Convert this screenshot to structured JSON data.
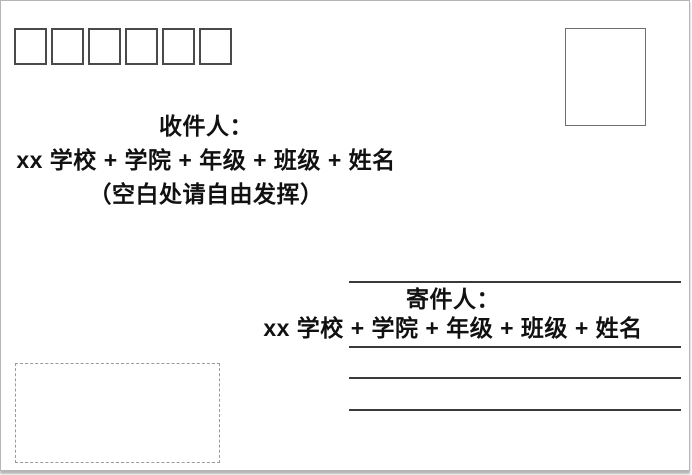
{
  "card": {
    "recipient": {
      "title": "收件人：",
      "line1": "xx 学校 + 学院 + 年级 + 班级 + 姓名",
      "note": "（空白处请自由发挥）"
    },
    "sender": {
      "title": "寄件人：",
      "line1": "xx 学校 + 学院 + 年级 + 班级 + 姓名"
    },
    "postal_code_box_count": 6,
    "sender_line_count": 4,
    "colors": {
      "line": "#3a3a3a",
      "box_border": "#4a4a4a",
      "frame": "#b5b5b5"
    }
  }
}
